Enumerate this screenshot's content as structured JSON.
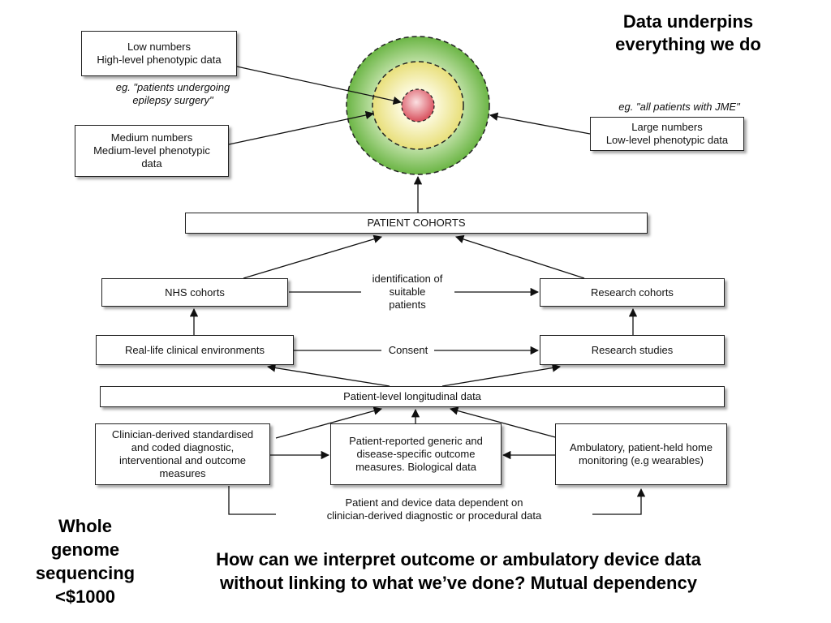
{
  "header": {
    "top_right": "Data underpins\neverything we do"
  },
  "boxes": {
    "low_numbers": "Low numbers\nHigh-level phenotypic data",
    "medium_numbers": "Medium numbers\nMedium-level phenotypic\ndata",
    "large_numbers": "Large numbers\nLow-level phenotypic data",
    "patient_cohorts": "PATIENT COHORTS",
    "nhs_cohorts": "NHS cohorts",
    "research_cohorts": "Research cohorts",
    "real_life": "Real-life clinical environments",
    "research_studies": "Research studies",
    "longitudinal": "Patient-level longitudinal data",
    "clinician_derived": "Clinician-derived standardised\nand coded diagnostic,\ninterventional and outcome\nmeasures",
    "patient_reported": "Patient-reported generic and\ndisease-specific outcome\nmeasures. Biological data",
    "ambulatory": "Ambulatory, patient-held home\nmonitoring (e.g wearables)"
  },
  "notes": {
    "epilepsy_example": "eg. \"patients undergoing\nepilepsy surgery\"",
    "jme_example": "eg. \"all patients with JME\""
  },
  "labels": {
    "identification": "identification of\nsuitable\npatients",
    "consent": "Consent",
    "device_dependency": "Patient and device data dependent on\nclinician-derived diagnostic or procedural data"
  },
  "footer": {
    "genome": "Whole\ngenome\nsequencing\n<$1000",
    "question": "How can we interpret outcome or ambulatory device data\nwithout linking to what we’ve done? Mutual dependency"
  },
  "colors": {
    "outer_ring": "#7cc255",
    "middle_ring": "#f3efa8",
    "core": "#e0707a",
    "line": "#222222"
  }
}
